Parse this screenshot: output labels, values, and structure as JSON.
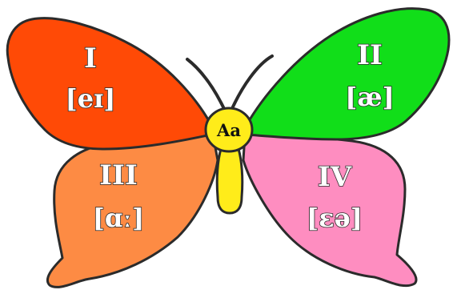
{
  "center": {
    "label": "Aa"
  },
  "wings": [
    {
      "id": "upper-left",
      "numeral": "I",
      "sound": "[eɪ]",
      "color": "#ff4a06"
    },
    {
      "id": "upper-right",
      "numeral": "II",
      "sound": "[æ]",
      "color": "#11de19"
    },
    {
      "id": "lower-left",
      "numeral": "III",
      "sound": "[ɑː]",
      "color": "#fd8b44"
    },
    {
      "id": "lower-right",
      "numeral": "IV",
      "sound": "[ɛə]",
      "color": "#fe8dc0"
    }
  ],
  "colors": {
    "body": "#ffec1a",
    "outline": "#2b2b2b"
  }
}
